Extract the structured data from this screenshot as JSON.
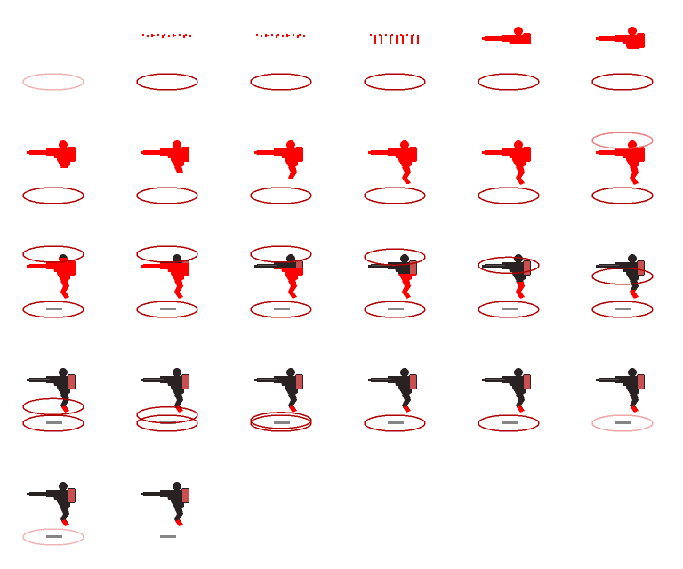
{
  "sheet": {
    "columns": 6,
    "rows": 5,
    "frame_count": 26,
    "background": "#ffffff"
  },
  "colors": {
    "silhouette": "#ff0000",
    "ring_dark": "#b00000",
    "ring_light": "#e88080",
    "armor_dark": "#2a2222",
    "armor_mid": "#555050",
    "pack": "#c85050",
    "shadow": "#666666"
  },
  "frames": [
    {
      "stage": "ring-fade-in",
      "ring_opacity": 0.5,
      "silhouette": 0,
      "upper_ring": null,
      "reveal": 0
    },
    {
      "stage": "sparks",
      "ring_opacity": 1,
      "silhouette": 0.08,
      "upper_ring": null,
      "reveal": 0
    },
    {
      "stage": "sparks",
      "ring_opacity": 1,
      "silhouette": 0.15,
      "upper_ring": null,
      "reveal": 0
    },
    {
      "stage": "drip",
      "ring_opacity": 1,
      "silhouette": 0.25,
      "upper_ring": null,
      "reveal": 0
    },
    {
      "stage": "build",
      "ring_opacity": 1,
      "silhouette": 0.35,
      "upper_ring": null,
      "reveal": 0
    },
    {
      "stage": "build",
      "ring_opacity": 1,
      "silhouette": 0.45,
      "upper_ring": null,
      "reveal": 0
    },
    {
      "stage": "build",
      "ring_opacity": 1,
      "silhouette": 0.55,
      "upper_ring": null,
      "reveal": 0
    },
    {
      "stage": "build",
      "ring_opacity": 1,
      "silhouette": 0.65,
      "upper_ring": null,
      "reveal": 0
    },
    {
      "stage": "build",
      "ring_opacity": 1,
      "silhouette": 0.75,
      "upper_ring": null,
      "reveal": 0
    },
    {
      "stage": "build",
      "ring_opacity": 1,
      "silhouette": 0.85,
      "upper_ring": null,
      "reveal": 0
    },
    {
      "stage": "build",
      "ring_opacity": 1,
      "silhouette": 1,
      "upper_ring": null,
      "reveal": 0
    },
    {
      "stage": "ring-rise",
      "ring_opacity": 1,
      "silhouette": 1,
      "upper_ring": 0.0,
      "reveal": 0
    },
    {
      "stage": "scan",
      "ring_opacity": 1,
      "silhouette": 1,
      "upper_ring": 0.0,
      "reveal": 0.1
    },
    {
      "stage": "scan",
      "ring_opacity": 1,
      "silhouette": 1,
      "upper_ring": 0.0,
      "reveal": 0.2
    },
    {
      "stage": "scan",
      "ring_opacity": 1,
      "silhouette": 1,
      "upper_ring": 0.0,
      "reveal": 0.3
    },
    {
      "stage": "scan",
      "ring_opacity": 1,
      "silhouette": 1,
      "upper_ring": 0.05,
      "reveal": 0.4
    },
    {
      "stage": "scan",
      "ring_opacity": 1,
      "silhouette": 1,
      "upper_ring": 0.2,
      "reveal": 0.55
    },
    {
      "stage": "scan",
      "ring_opacity": 1,
      "silhouette": 1,
      "upper_ring": 0.4,
      "reveal": 0.7
    },
    {
      "stage": "scan",
      "ring_opacity": 1,
      "silhouette": 1,
      "upper_ring": 0.7,
      "reveal": 0.8
    },
    {
      "stage": "scan",
      "ring_opacity": 1,
      "silhouette": 1,
      "upper_ring": 0.85,
      "reveal": 0.9
    },
    {
      "stage": "scan",
      "ring_opacity": 1,
      "silhouette": 1,
      "upper_ring": 0.95,
      "reveal": 0.95
    },
    {
      "stage": "merge",
      "ring_opacity": 1,
      "silhouette": 1,
      "upper_ring": 1.0,
      "reveal": 1
    },
    {
      "stage": "ring-fade",
      "ring_opacity": 1,
      "silhouette": 1,
      "upper_ring": null,
      "reveal": 1
    },
    {
      "stage": "ring-fade",
      "ring_opacity": 0.7,
      "silhouette": 1,
      "upper_ring": null,
      "reveal": 1
    },
    {
      "stage": "ring-fade",
      "ring_opacity": 0.4,
      "silhouette": 1,
      "upper_ring": null,
      "reveal": 1
    },
    {
      "stage": "complete",
      "ring_opacity": 0,
      "silhouette": 1,
      "upper_ring": null,
      "reveal": 1
    }
  ]
}
